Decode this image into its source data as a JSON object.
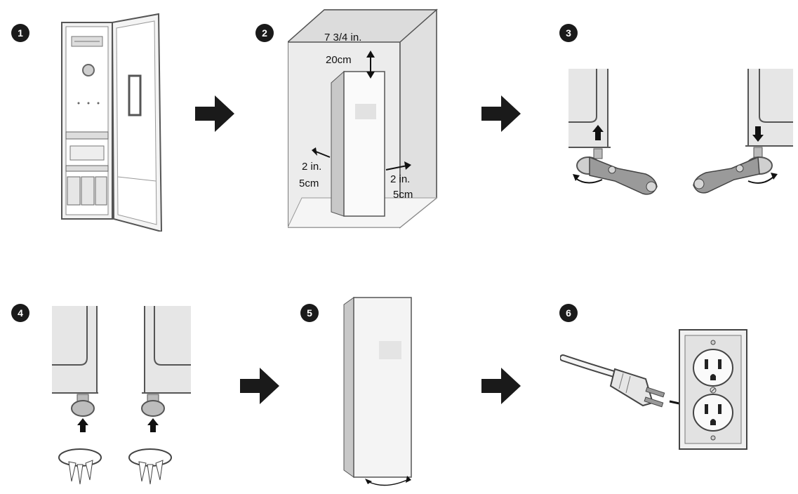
{
  "steps": [
    {
      "number": "1"
    },
    {
      "number": "2"
    },
    {
      "number": "3"
    },
    {
      "number": "4"
    },
    {
      "number": "5"
    },
    {
      "number": "6"
    }
  ],
  "clearance": {
    "top_in": "7 3/4 in.",
    "top_cm": "20cm",
    "left_in": "2 in.",
    "left_cm": "5cm",
    "right_in": "2 in.",
    "right_cm": "5cm"
  },
  "colors": {
    "ink": "#1a1a1a",
    "cabinet": "#e6e6e6",
    "metal": "#9a9a9a"
  }
}
